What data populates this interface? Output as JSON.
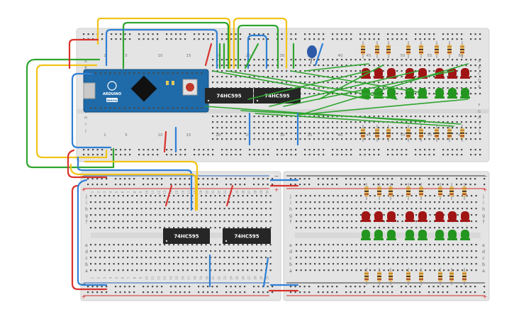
{
  "colors": {
    "board": "#e4e4e4",
    "board_edge": "#cfcfcf",
    "hole": "#4a4a4a",
    "rail_red": "#d42a2a",
    "rail_blue": "#2a62b6",
    "wire_yellow": "#f2c318",
    "wire_green": "#2fa52f",
    "wire_blue": "#2f7fd4",
    "wire_red": "#d8322c",
    "led_red": "#a11414",
    "led_green": "#24951f",
    "resistor_body": "#e9b863",
    "arduino": "#1f6aa8",
    "chip": "#262626",
    "capacitor": "#2c5aa8"
  },
  "top_board": {
    "column_numbers": [
      "1",
      "5",
      "10",
      "15",
      "20",
      "25",
      "30",
      "35",
      "40",
      "45",
      "50",
      "55",
      "60"
    ],
    "row_letters_top": [
      "A",
      "B",
      "C",
      "D",
      "E"
    ],
    "row_letters_bottom": [
      "F",
      "G",
      "H",
      "I",
      "J"
    ],
    "chip_labels": [
      "74HC595",
      "74HC595"
    ]
  },
  "arduino": {
    "brand": "ARDUINO",
    "model": "micro"
  },
  "bottom_left_board": {
    "row_letters": [
      "j",
      "i",
      "h",
      "g",
      "f",
      "e",
      "d",
      "c",
      "b",
      "a"
    ],
    "chip_labels": [
      "74HC595",
      "74HC595"
    ],
    "column_numbers": [
      "1",
      "2",
      "3",
      "4",
      "5",
      "6",
      "7",
      "8",
      "9",
      "10",
      "11",
      "12",
      "13",
      "14",
      "15",
      "16",
      "17",
      "18",
      "19",
      "20",
      "21",
      "22",
      "23",
      "24",
      "25",
      "26",
      "27",
      "28",
      "29",
      "30"
    ]
  },
  "bottom_right_board": {
    "row_letters": [
      "j",
      "i",
      "h",
      "g",
      "f",
      "e",
      "d",
      "c",
      "b",
      "a"
    ]
  },
  "rails": {
    "minus": "−",
    "plus": "+"
  },
  "leds": {
    "red_count": 16,
    "green_count": 16,
    "led_columns": 8
  }
}
